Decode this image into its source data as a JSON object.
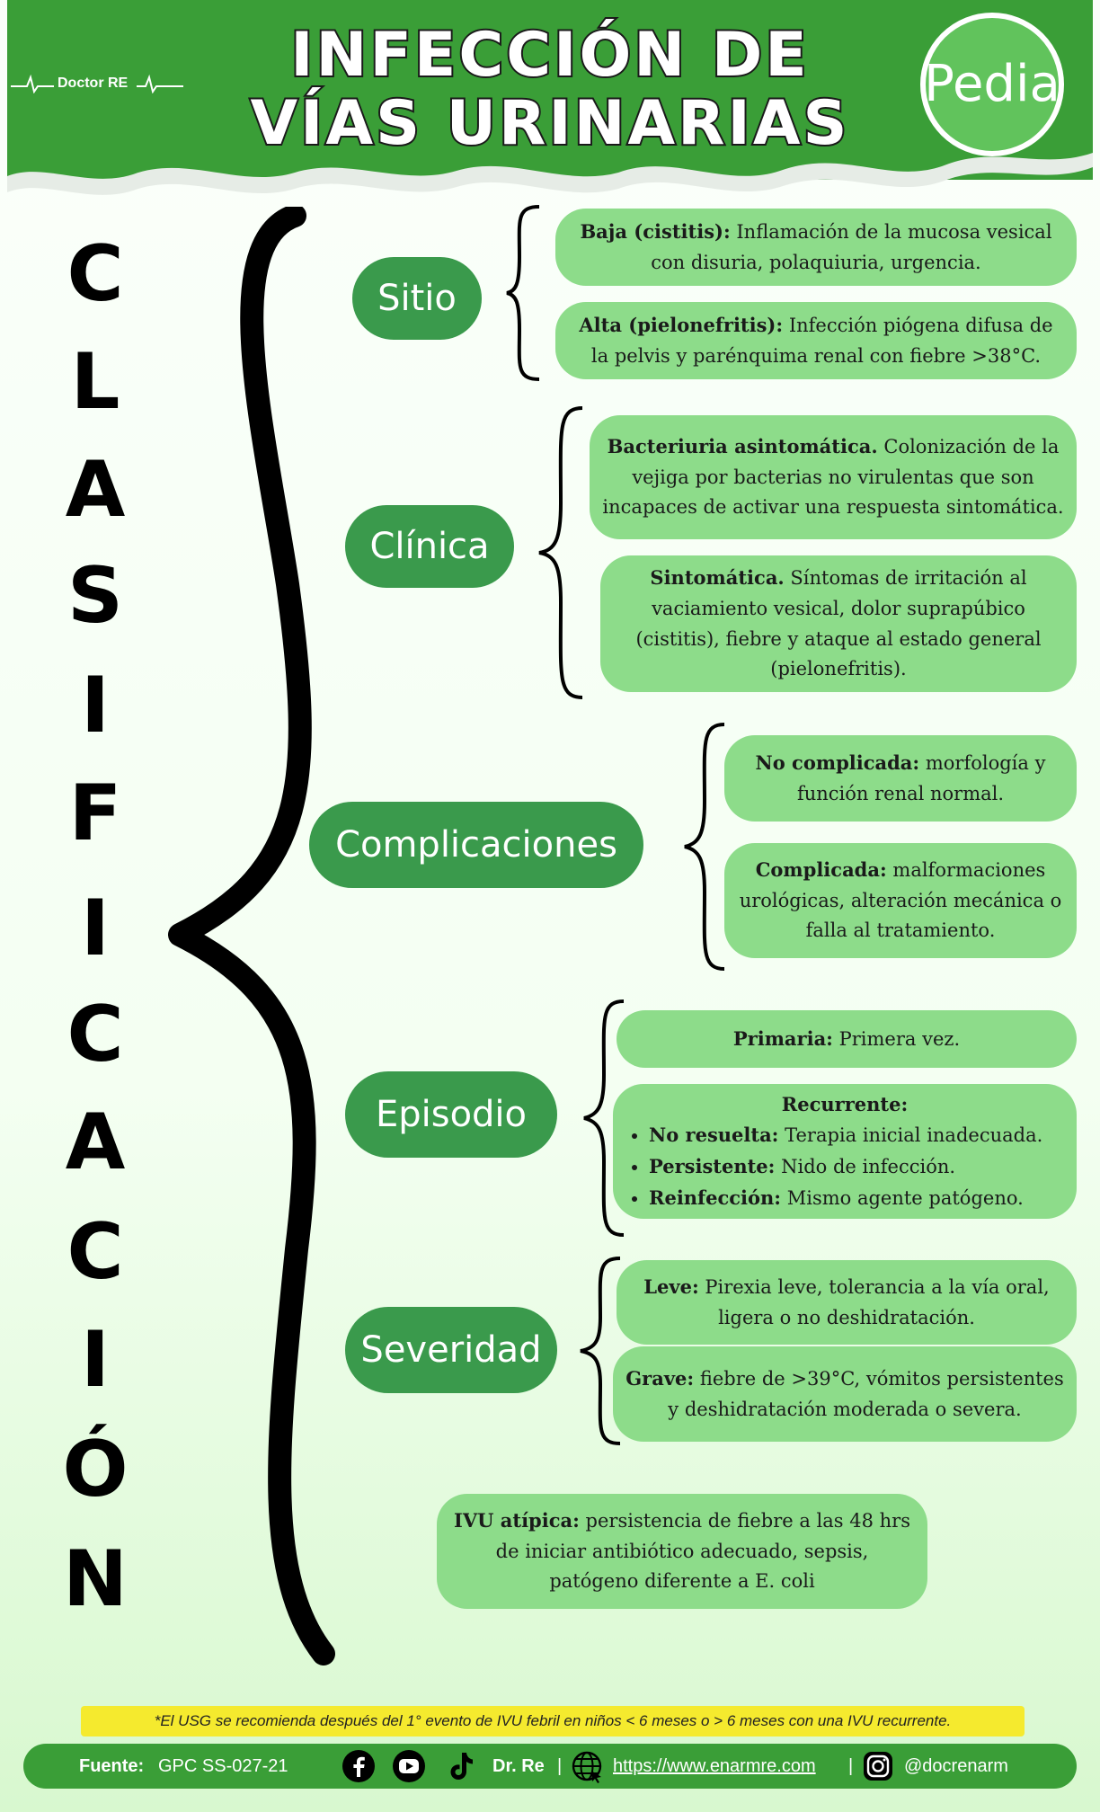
{
  "header": {
    "title_line1": "INFECCIÓN DE",
    "title_line2": "VÍAS URINARIAS",
    "logo": "Doctor RE",
    "badge": "Pedia"
  },
  "vertical_letters": [
    "C",
    "L",
    "A",
    "S",
    "I",
    "F",
    "I",
    "C",
    "A",
    "C",
    "I",
    "Ó",
    "N"
  ],
  "categories": [
    {
      "label": "Sitio"
    },
    {
      "label": "Clínica"
    },
    {
      "label": "Complicaciones"
    },
    {
      "label": "Episodio"
    },
    {
      "label": "Severidad"
    }
  ],
  "boxes": {
    "baja_bold": "Baja (cistitis):",
    "baja_text": "Inflamación de la mucosa vesical con disuria, polaquiuria, urgencia.",
    "alta_bold": "Alta (pielonefritis):",
    "alta_text": "Infección piógena difusa de la pelvis y parénquima renal con fiebre >38°C.",
    "asin_bold": "Bacteriuria asintomática.",
    "asin_text": "Colonización de la vejiga por bacterias no virulentas que son incapaces de activar una respuesta sintomática.",
    "sint_bold": "Sintomática.",
    "sint_text": "Síntomas de irritación al vaciamiento vesical, dolor suprapúbico (cistitis), fiebre y ataque al estado general (pielonefritis).",
    "nocomp_bold": "No complicada:",
    "nocomp_text": "morfología y función renal normal.",
    "comp_bold": "Complicada:",
    "comp_text": "malformaciones urológicas, alteración mecánica o falla al tratamiento.",
    "prim_bold": "Primaria:",
    "prim_text": "Primera vez.",
    "recu_title": "Recurrente:",
    "recu_items": [
      {
        "bold": "No resuelta:",
        "text": "Terapia inicial inadecuada."
      },
      {
        "bold": "Persistente:",
        "text": "Nido de infección."
      },
      {
        "bold": "Reinfección:",
        "text": "Mismo agente patógeno."
      }
    ],
    "leve_bold": "Leve:",
    "leve_text": "Pirexia leve, tolerancia a la vía oral, ligera o no deshidratación.",
    "grave_bold": "Grave:",
    "grave_text": "fiebre de >39°C, vómitos persistentes y deshidratación moderada o severa.",
    "atip_bold": "IVU atípica:",
    "atip_text": "persistencia de fiebre a las 48 hrs de iniciar antibiótico adecuado, sepsis, patógeno diferente a E. coli"
  },
  "note": "*El USG se recomienda después del 1° evento de IVU febril en niños < 6 meses o > 6 meses con una IVU recurrente.",
  "footer": {
    "source_label": "Fuente:",
    "source_value": "GPC SS-027-21",
    "author": "Dr. Re",
    "sep": "|",
    "url": "https://www.enarmre.com",
    "handle": "@docrenarm"
  },
  "colors": {
    "header_green": "#3a9e37",
    "category_green": "#3a9a4c",
    "box_green": "#8ddc8a",
    "note_yellow": "#f5ea2e"
  }
}
